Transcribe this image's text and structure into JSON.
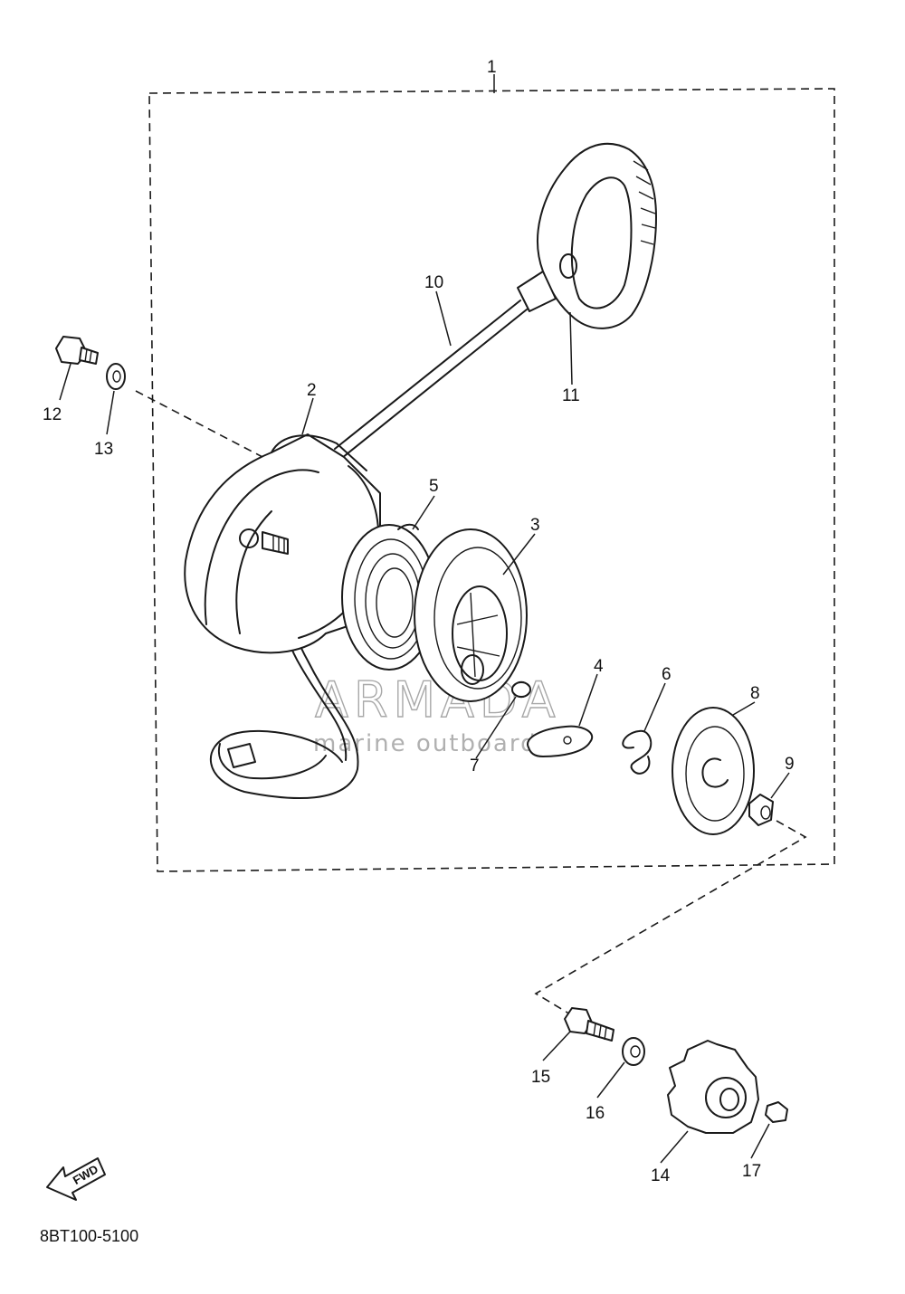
{
  "diagram": {
    "drawing_code": "8BT100-5100",
    "fwd_label": "FWD",
    "watermark": {
      "brand": "ARMADA",
      "tagline": "marine outboards",
      "logo_color": "#e8a6c8"
    },
    "callouts": [
      "1",
      "2",
      "3",
      "4",
      "5",
      "6",
      "7",
      "8",
      "9",
      "10",
      "11",
      "12",
      "13",
      "14",
      "15",
      "16",
      "17"
    ]
  }
}
